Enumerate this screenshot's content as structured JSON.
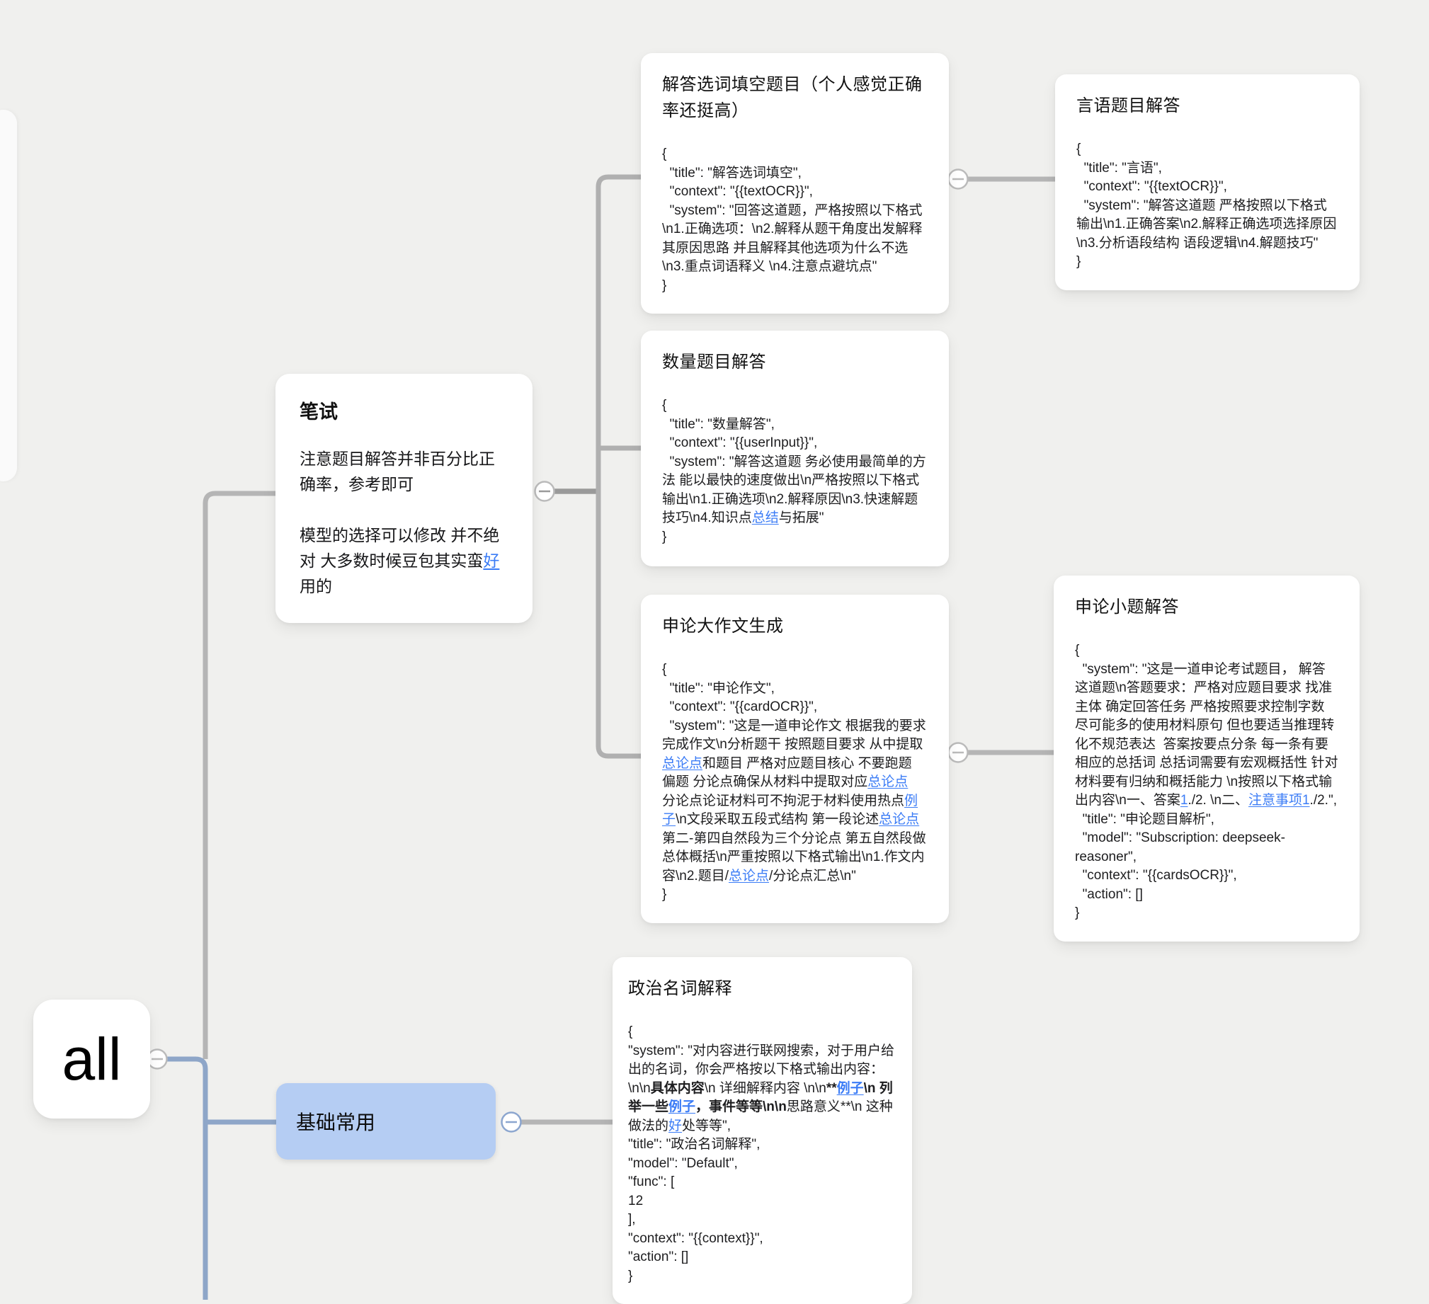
{
  "canvas": {
    "background": "#f0f0ee",
    "link_color": "#3b7cf6",
    "branch_blue": "#8ea6c8",
    "node_blue_fill": "#b5cdf3"
  },
  "root": {
    "label": "all"
  },
  "bishi": {
    "title": "笔试",
    "body": [
      {
        "t": "注意题目解答并非百分比正确率，参考即可\n\n模型的选择可以修改 并不绝对 大多数时候豆包其实蛮",
        "k": "plain"
      },
      {
        "t": "好",
        "k": "link"
      },
      {
        "t": "用的",
        "k": "plain"
      }
    ]
  },
  "jichu": {
    "label": "基础常用"
  },
  "cards": {
    "xuanci": {
      "title": "解答选词填空题目（个人感觉正确率还挺高）",
      "body": [
        {
          "t": "{\n  \"title\": \"解答选词填空\",\n  \"context\": \"{{textOCR}}\",\n  \"system\": \"回答这道题，严格按照以下格式\\n1.正确选项：\\n2.解释从题干角度出发解释其原因思路 并且解释其他选项为什么不选\\n3.重点词语释义 \\n4.注意点避坑点\"\n}",
          "k": "plain"
        }
      ]
    },
    "yanyu": {
      "title": "言语题目解答",
      "body": [
        {
          "t": "{\n  \"title\": \"言语\",\n  \"context\": \"{{textOCR}}\",\n  \"system\": \"解答这道题 严格按照以下格式输出\\n1.正确答案\\n2.解释正确选项选择原因\\n3.分析语段结构 语段逻辑\\n4.解题技巧\"\n}",
          "k": "plain"
        }
      ]
    },
    "shuliang": {
      "title": "数量题目解答",
      "body": [
        {
          "t": "{\n  \"title\": \"数量解答\",\n  \"context\": \"{{userInput}}\",\n  \"system\": \"解答这道题 务必使用最简单的方法 能以最快的速度做出\\n严格按照以下格式输出\\n1.正确选项\\n2.解释原因\\n3.快速解题技巧\\n4.知识点",
          "k": "plain"
        },
        {
          "t": "总结",
          "k": "link"
        },
        {
          "t": "与拓展\"\n}",
          "k": "plain"
        }
      ]
    },
    "shenlun_da": {
      "title": "申论大作文生成",
      "body": [
        {
          "t": "{\n  \"title\": \"申论作文\",\n  \"context\": \"{{cardOCR}}\",\n  \"system\": \"这是一道申论作文 根据我的要求完成作文\\n分析题干 按照题目要求 从中提取",
          "k": "plain"
        },
        {
          "t": "总论点",
          "k": "link"
        },
        {
          "t": "和题目 严格对应题目核心 不要跑题 偏题 分论点确保从材料中提取对应",
          "k": "plain"
        },
        {
          "t": "总论点",
          "k": "link"
        },
        {
          "t": "  分论点论证材料可不拘泥于材料使用热点",
          "k": "plain"
        },
        {
          "t": "例子",
          "k": "link"
        },
        {
          "t": "\\n文段采取五段式结构 第一段论述",
          "k": "plain"
        },
        {
          "t": "总论点",
          "k": "link"
        },
        {
          "t": " 第二-第四自然段为三个分论点 第五自然段做总体概括\\n严重按照以下格式输出\\n1.作文内容\\n2.题目/",
          "k": "plain"
        },
        {
          "t": "总论点",
          "k": "link"
        },
        {
          "t": "/分论点汇总\\n\"\n}",
          "k": "plain"
        }
      ]
    },
    "shenlun_xiao": {
      "title": "申论小题解答",
      "body": [
        {
          "t": "{\n  \"system\": \"这是一道申论考试题目， 解答这道题\\n答题要求：严格对应题目要求 找准主体 确定回答任务 严格按照要求控制字数 尽可能多的使用材料原句 但也要适当推理转化不规范表达  答案按要点分条 每一条有要相应的总括词 总括词需要有宏观概括性 针对材料要有归纳和概括能力 \\n按照以下格式输出内容\\n一、答案",
          "k": "plain"
        },
        {
          "t": "1",
          "k": "link"
        },
        {
          "t": "./2. \\n二、",
          "k": "plain"
        },
        {
          "t": "注意事项1",
          "k": "link"
        },
        {
          "t": "./2.\",\n  \"title\": \"申论题目解析\",\n  \"model\": \"Subscription: deepseek-reasoner\",\n  \"context\": \"{{cardsOCR}}\",\n  \"action\": []\n}",
          "k": "plain"
        }
      ]
    },
    "zhengzhi": {
      "title": "政治名词解释",
      "body": [
        {
          "t": "{\n\"system\": \"对内容进行联网搜索，对于用户给出的名词，你会严格按以下格式输出内容：\\n\\n",
          "k": "plain"
        },
        {
          "t": "具体内容",
          "k": "bold"
        },
        {
          "t": "\\n 详细解释内容 \\n\\n",
          "k": "plain"
        },
        {
          "t": "**",
          "k": "bold"
        },
        {
          "t": "例子",
          "k": "boldlink"
        },
        {
          "t": "\\n 列举一些",
          "k": "bold"
        },
        {
          "t": "例子",
          "k": "boldlink"
        },
        {
          "t": "，事件等等\\n\\n",
          "k": "bold"
        },
        {
          "t": "思路意义**\\n 这种做法的",
          "k": "plain"
        },
        {
          "t": "好",
          "k": "link"
        },
        {
          "t": "处等等\",\n\"title\": \"政治名词解释\",\n\"model\": \"Default\",\n\"func\": [\n12\n],\n\"context\": \"{{context}}\",\n\"action\": []\n}",
          "k": "plain"
        }
      ]
    }
  }
}
